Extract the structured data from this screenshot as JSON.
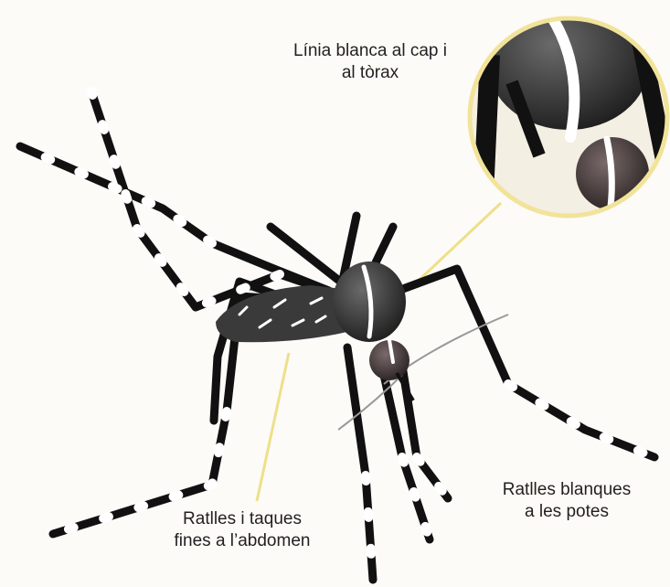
{
  "labels": {
    "thorax": {
      "line1": "Línia blanca al cap i",
      "line2": "al tòrax"
    },
    "abdomen": {
      "line1": "Ratlles i taques",
      "line2": "fines a l’abdomen"
    },
    "legs": {
      "line1": "Ratlles blanques",
      "line2": "a les potes"
    }
  },
  "colors": {
    "background": "#fdfbf7",
    "body": "#3a3a3a",
    "leg": "#111111",
    "stripe": "#ffffff",
    "leader": "#eee089",
    "magnifier_ring": "#f1e39a",
    "text": "#231f20"
  }
}
